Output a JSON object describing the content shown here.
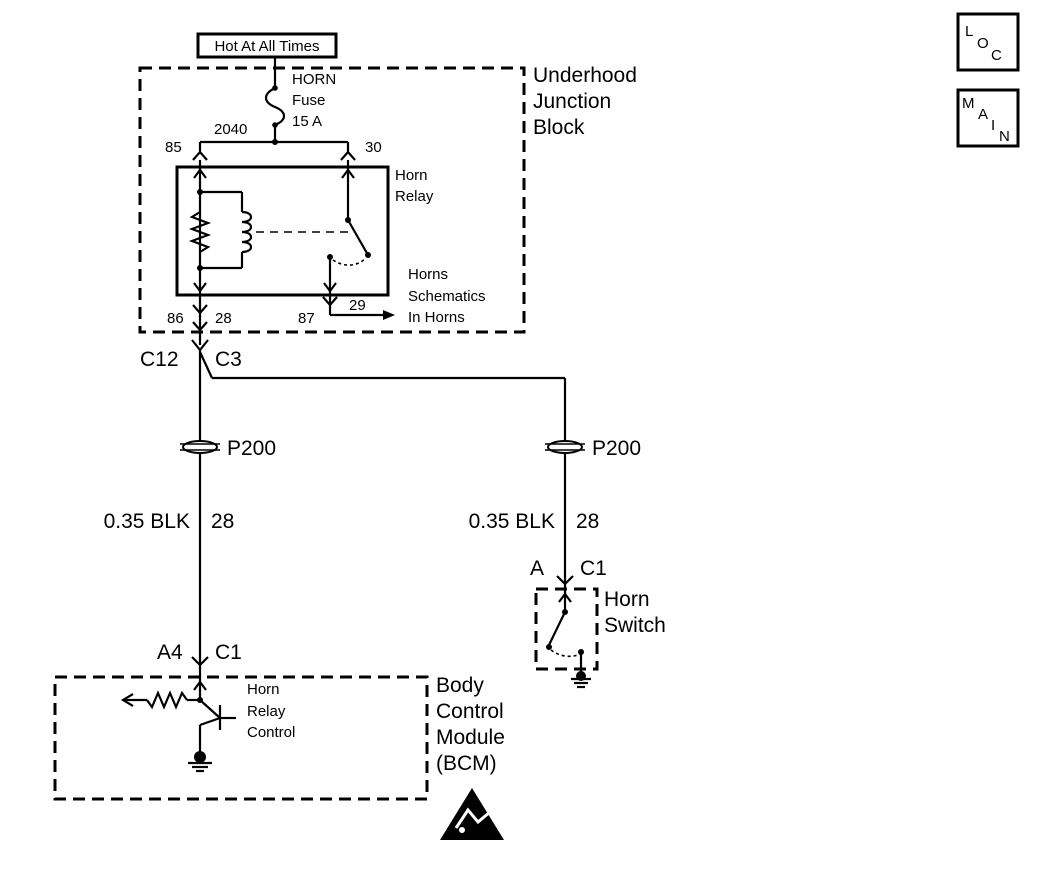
{
  "hot_label": "Hot At All Times",
  "fuse": {
    "name": "HORN",
    "label": "Fuse",
    "rating": "15 A"
  },
  "junction_block": {
    "line1": "Underhood",
    "line2": "Junction",
    "line3": "Block"
  },
  "circuit_2040": "2040",
  "relay": {
    "line1": "Horn",
    "line2": "Relay",
    "pin_85": "85",
    "pin_30": "30",
    "pin_86": "86",
    "pin_87": "87",
    "wire_28": "28",
    "wire_29": "29"
  },
  "horns_ref": {
    "line1": "Horns",
    "line2": "Schematics",
    "line3": "In Horns"
  },
  "connectors": {
    "c12": "C12",
    "c3": "C3"
  },
  "splice_left": "P200",
  "splice_right": "P200",
  "wire_left": {
    "gauge": "0.35 BLK",
    "circuit": "28"
  },
  "wire_right": {
    "gauge": "0.35 BLK",
    "circuit": "28"
  },
  "switch_conn": {
    "pin": "A",
    "conn": "C1"
  },
  "horn_switch": {
    "line1": "Horn",
    "line2": "Switch"
  },
  "bcm_conn": {
    "pin": "A4",
    "conn": "C1"
  },
  "bcm": {
    "line1": "Body",
    "line2": "Control",
    "line3": "Module",
    "line4": "(BCM)"
  },
  "bcm_internal": {
    "line1": "Horn",
    "line2": "Relay",
    "line3": "Control"
  },
  "icons": {
    "loc": {
      "l": "L",
      "o": "O",
      "c": "C"
    },
    "main": {
      "m": "M",
      "a": "A",
      "i": "I",
      "n": "N"
    },
    "esd": "esd-warning-icon"
  }
}
